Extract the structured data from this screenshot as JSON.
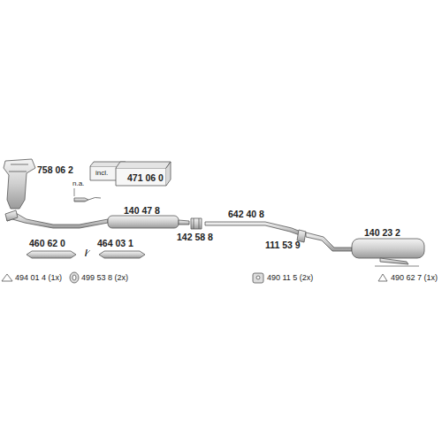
{
  "diagram": {
    "labels": [
      "758 06 2",
      "incl.",
      "471 06 0",
      "n.a.",
      "140 47 8",
      "642 40 8",
      "142 58 8",
      "111 53 9",
      "140 23 2",
      "460 62 0",
      "/",
      "464 03 1",
      "494 01 4 (1x)",
      "499 53 8 (2x)",
      "490 11 5 (2x)",
      "490 62 7 (1x)"
    ]
  }
}
